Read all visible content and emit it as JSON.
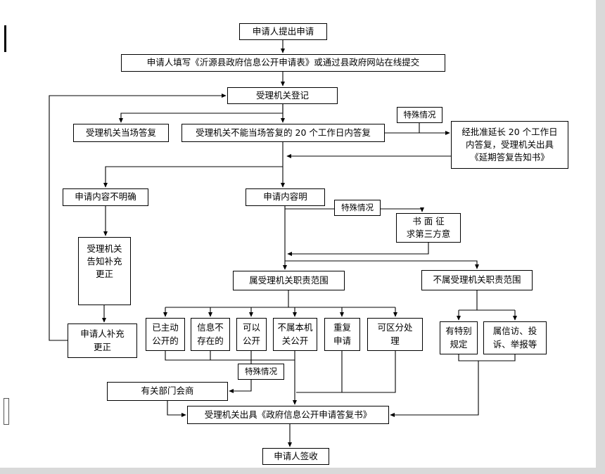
{
  "colors": {
    "box_border": "#000000",
    "box_background": "#ffffff",
    "connector_line": "#000000",
    "page_edge": "#d9d9d9"
  },
  "flowchart": {
    "nodes": {
      "apply": "申请人提出申请",
      "fill_form": "申请人填写《沂源县政府信息公开申请表》或通过县政府网站在线提交",
      "register": "受理机关登记",
      "onspot_reply": "受理机关当场答复",
      "reply_20_days": "受理机关不能当场答复的 20 个工作日内答复",
      "special_case_1": "特殊情况",
      "extended_reply": "经批准延长 20 个工作日\n内答复，受理机关出具\n《延期答复告知书》",
      "content_unclear": "申请内容不明确",
      "content_clear": "申请内容明",
      "special_case_2": "特殊情况",
      "third_party_opinion": "书 面 征\n求第三方意",
      "notify_supplement": "受理机关\n告知补充\n更正",
      "applicant_supplement": "申请人补充\n更正",
      "in_scope": "属受理机关职责范围",
      "out_of_scope": "不属受理机关职责范围",
      "already_published": "已主动\n公开的",
      "info_not_exist": "信息不\n存在的",
      "can_publish": "可以\n公开",
      "other_authority": "不属本机\n关公开",
      "repeated_request": "重复\n申请",
      "separable_handling": "可区分处\n理",
      "special_provisions": "有特别\n规定",
      "petition_complaint": "属信访、投\n诉、举报等",
      "special_case_3": "特殊情况",
      "department_consultation": "有关部门会商",
      "issue_reply_document": "受理机关出具《政府信息公开申请答复书》",
      "sign_receipt": "申请人签收"
    }
  }
}
